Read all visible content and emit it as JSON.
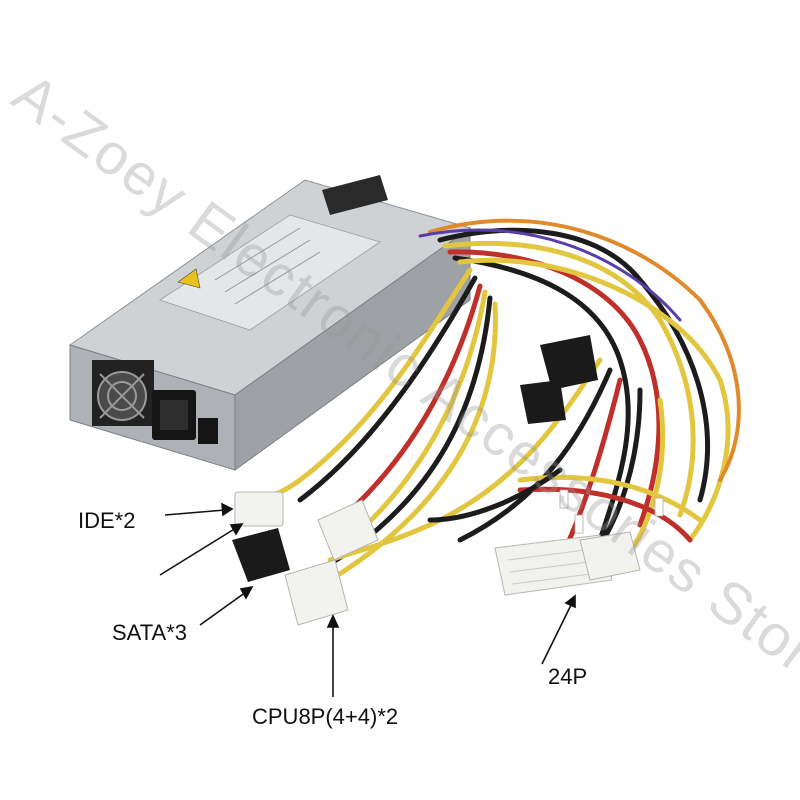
{
  "watermark": {
    "text": "A-Zoey Electronic Accessories Store"
  },
  "labels": {
    "ide": "IDE*2",
    "sata": "SATA*3",
    "cpu": "CPU8P(4+4)*2",
    "p24": "24P"
  },
  "colors": {
    "psu_body": "#b9bcc0",
    "wire_yellow": "#e2c640",
    "wire_red": "#c0302b",
    "wire_black": "#1c1c1c",
    "wire_orange": "#e08a2c",
    "connector_white": "#f2f2ef",
    "connector_black": "#1a1a1a"
  }
}
